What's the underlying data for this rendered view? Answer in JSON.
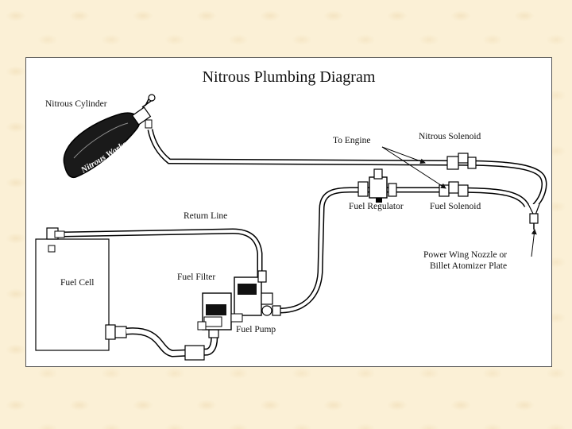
{
  "diagram": {
    "title": "Nitrous Plumbing Diagram",
    "labels": {
      "nitrous_cylinder": "Nitrous Cylinder",
      "to_engine": "To Engine",
      "nitrous_solenoid": "Nitrous Solenoid",
      "fuel_regulator": "Fuel Regulator",
      "fuel_solenoid": "Fuel Solenoid",
      "return_line": "Return Line",
      "fuel_cell": "Fuel Cell",
      "fuel_filter": "Fuel Filter",
      "fuel_pump": "Fuel Pump",
      "nozzle_line1": "Power Wing Nozzle or",
      "nozzle_line2": "Billet Atomizer Plate"
    },
    "cylinder_brand": "Nitrous Works"
  }
}
